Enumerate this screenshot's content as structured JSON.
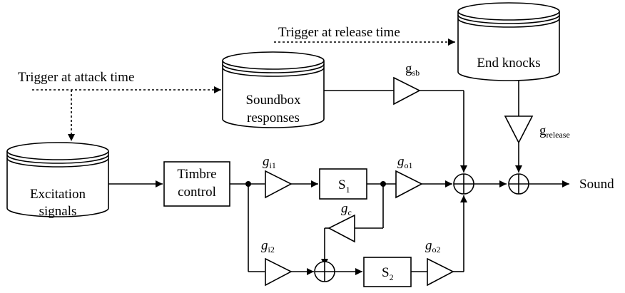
{
  "databases": {
    "excitation": {
      "line1": "Excitation",
      "line2": "signals"
    },
    "soundbox": {
      "line1": "Soundbox",
      "line2": "responses"
    },
    "end_knocks": {
      "label": "End knocks"
    }
  },
  "blocks": {
    "timbre": {
      "line1": "Timbre",
      "line2": "control"
    },
    "s1": {
      "base": "S",
      "sub": "1"
    },
    "s2": {
      "base": "S",
      "sub": "2"
    }
  },
  "gains": {
    "gi1": {
      "base": "g",
      "sub": "i1"
    },
    "go1": {
      "base": "g",
      "sub": "o1"
    },
    "gi2": {
      "base": "g",
      "sub": "i2"
    },
    "go2": {
      "base": "g",
      "sub": "o2"
    },
    "gc": {
      "base": "g",
      "sub": "c"
    },
    "gsb": {
      "base": "g",
      "sub": "sb"
    },
    "grelease": {
      "base": "g",
      "sub": "release"
    }
  },
  "triggers": {
    "attack": "Trigger at attack time",
    "release": "Trigger at release time"
  },
  "output": {
    "label": "Sound"
  }
}
